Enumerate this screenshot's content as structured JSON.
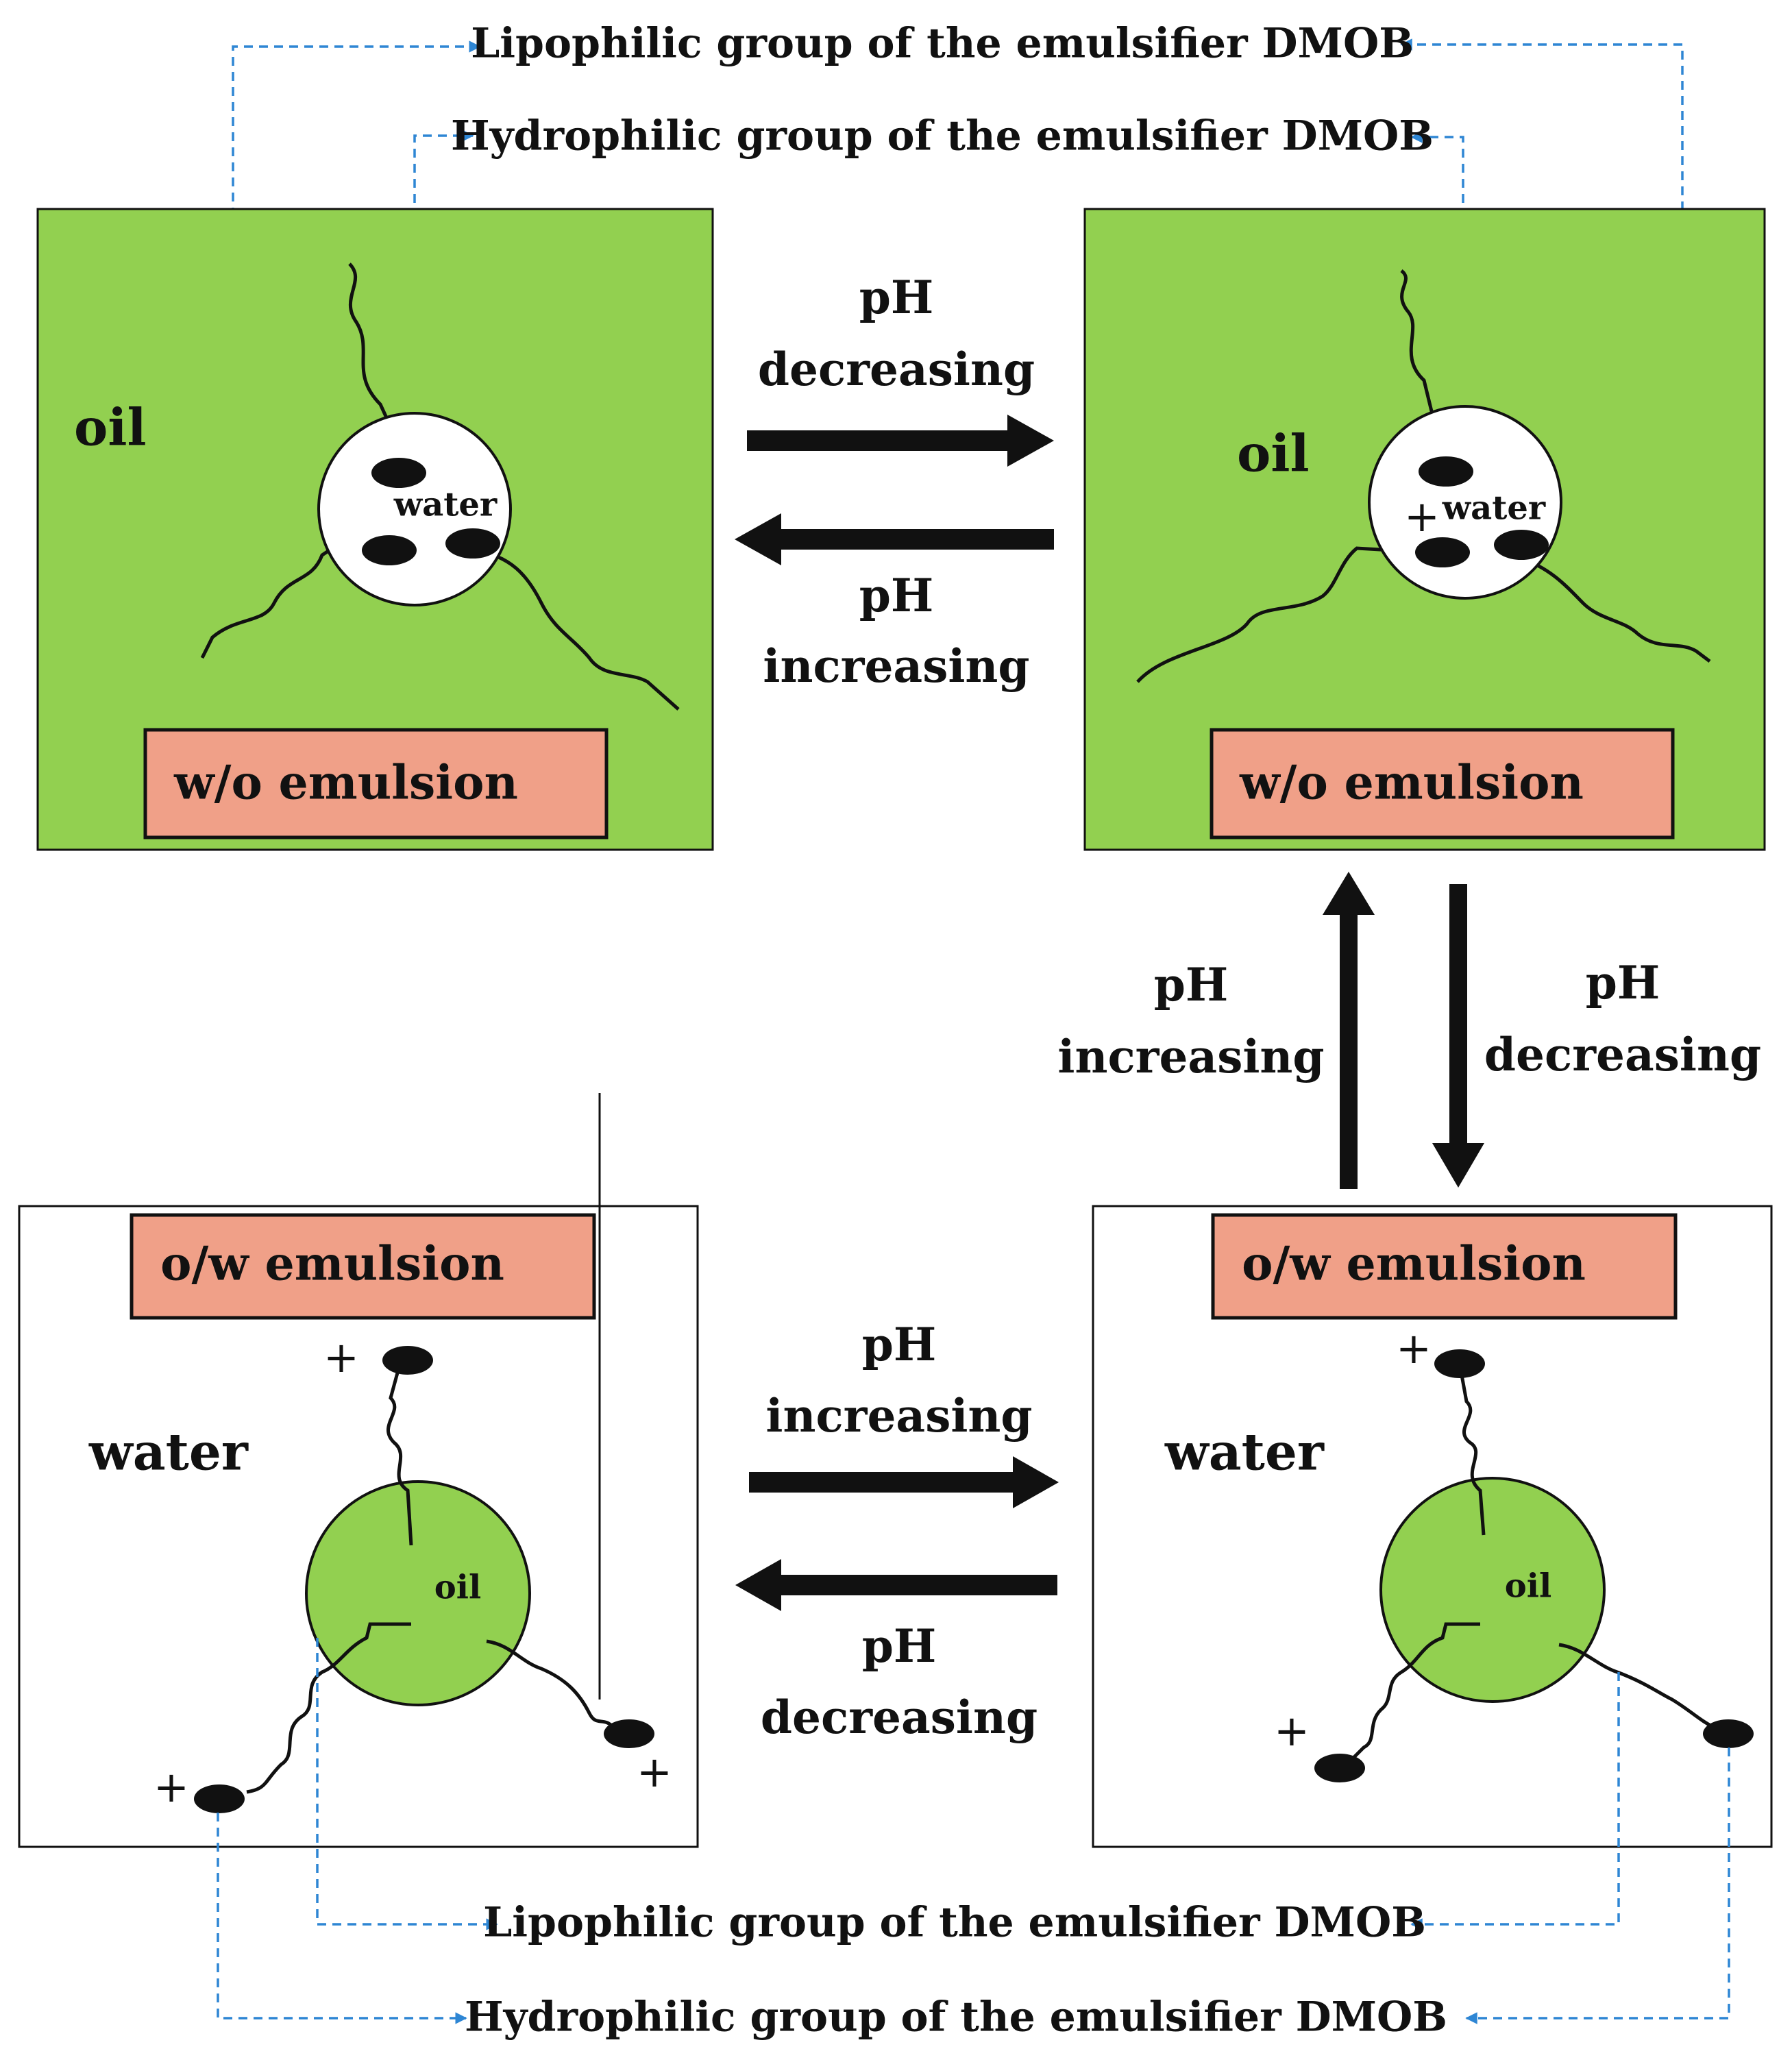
{
  "colors": {
    "oil_green": "#92d050",
    "emulsion_salmon": "#f0a088",
    "dashed_blue": "#2e86d4",
    "ink": "#111111",
    "water_white": "#ffffff"
  },
  "captions": {
    "lipophilic": "Lipophilic group of the emulsifier DMOB",
    "hydrophilic": "Hydrophilic group of the emulsifier DMOB"
  },
  "panels": {
    "top_left": {
      "phase": "oil",
      "droplet": "water",
      "emulsion": "w/o emulsion"
    },
    "top_right": {
      "phase": "oil",
      "droplet": "water",
      "emulsion": "w/o emulsion"
    },
    "bottom_left": {
      "phase": "water",
      "droplet": "oil",
      "emulsion": "o/w emulsion"
    },
    "bottom_right": {
      "phase": "water",
      "droplet": "oil",
      "emulsion": "o/w emulsion"
    }
  },
  "arrows": {
    "top_right": {
      "line1": "pH",
      "line2": "decreasing"
    },
    "top_left": {
      "line1": "pH",
      "line2": "increasing"
    },
    "up": {
      "line1": "pH",
      "line2": "increasing"
    },
    "down": {
      "line1": "pH",
      "line2": "decreasing"
    },
    "bottom_right": {
      "line1": "pH",
      "line2": "increasing"
    },
    "bottom_left": {
      "line1": "pH",
      "line2": "decreasing"
    }
  },
  "symbols": {
    "charge": "+"
  }
}
